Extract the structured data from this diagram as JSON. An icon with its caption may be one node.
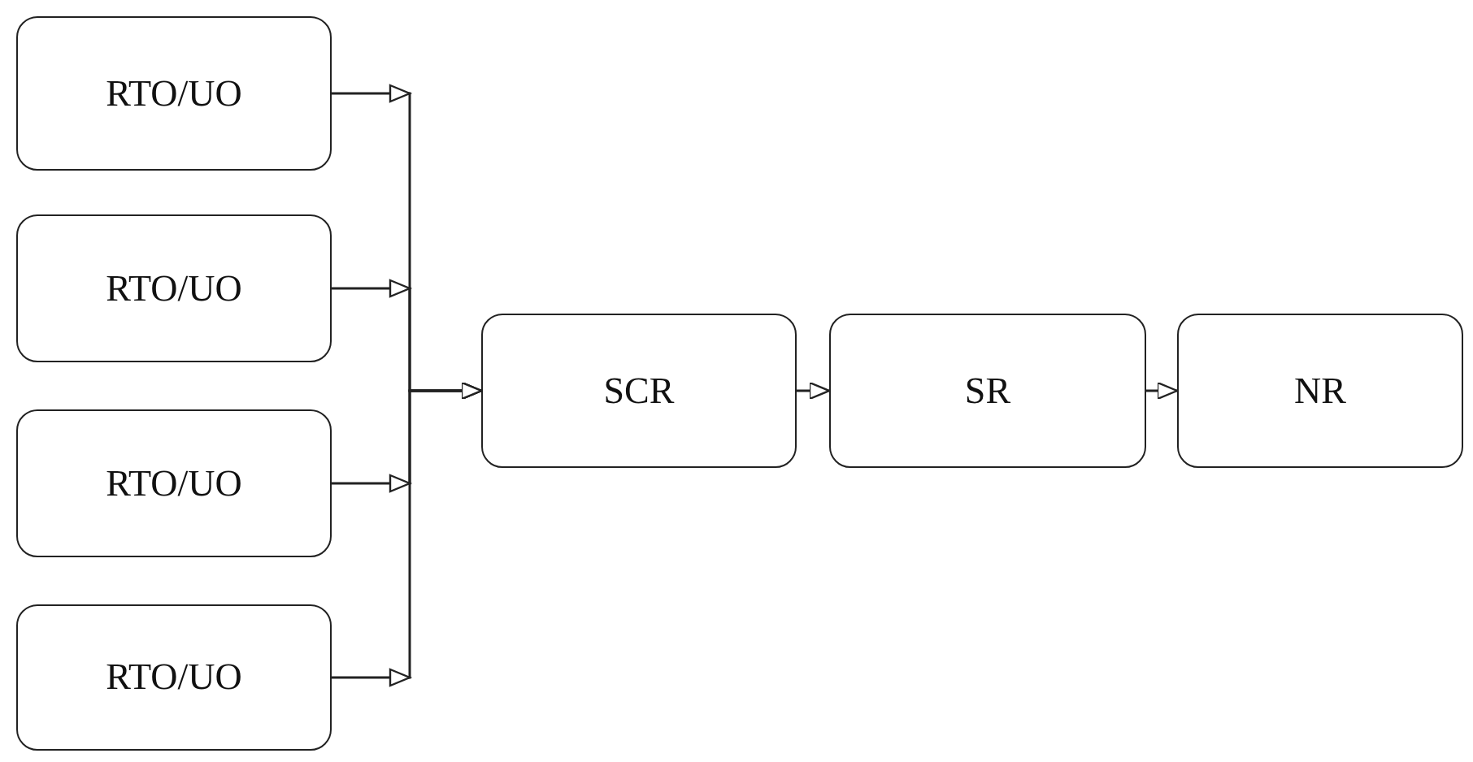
{
  "diagram": {
    "nodes": [
      {
        "text": [
          "RTO/UO"
        ]
      },
      {
        "text": [
          "RTO/UO"
        ]
      },
      {
        "text": [
          "RTO/UO"
        ]
      },
      {
        "text": [
          "RTO/UO"
        ]
      },
      {
        "text": [
          "SCR"
        ]
      },
      {
        "text": [
          "SR"
        ]
      },
      {
        "text": [
          "NR"
        ]
      }
    ],
    "edges": [
      {
        "from": 0,
        "to": 4,
        "arrow": "to"
      },
      {
        "from": 1,
        "to": 4,
        "arrow": "to"
      },
      {
        "from": 2,
        "to": 4,
        "arrow": "to"
      },
      {
        "from": 3,
        "to": 4,
        "arrow": "to"
      },
      {
        "from": 4,
        "to": 5,
        "arrow": "to"
      },
      {
        "from": 5,
        "to": 6,
        "arrow": "to"
      }
    ]
  }
}
